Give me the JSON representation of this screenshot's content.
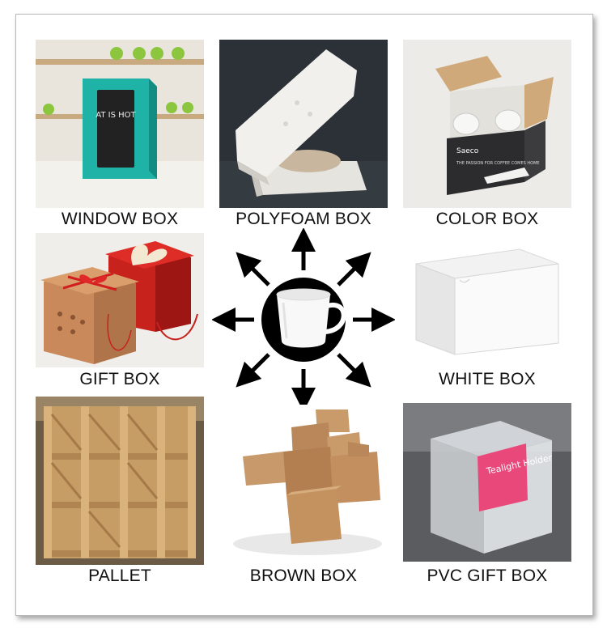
{
  "labels": {
    "window_box": "WINDOW BOX",
    "polyfoam_box": "POLYFOAM BOX",
    "color_box": "COLOR BOX",
    "gift_box": "GIFT BOX",
    "white_box": "WHITE BOX",
    "pallet": "PALLET",
    "brown_box": "BROWN BOX",
    "pvc_gift_box": "PVC GIFT BOX"
  },
  "product_text": {
    "window_box_print": "AT IS HOT",
    "color_box_brand": "Saeco",
    "color_box_slogan": "THE PASSION FOR COFFEE COMES HOME",
    "pvc_label": "Tealight Holder"
  }
}
